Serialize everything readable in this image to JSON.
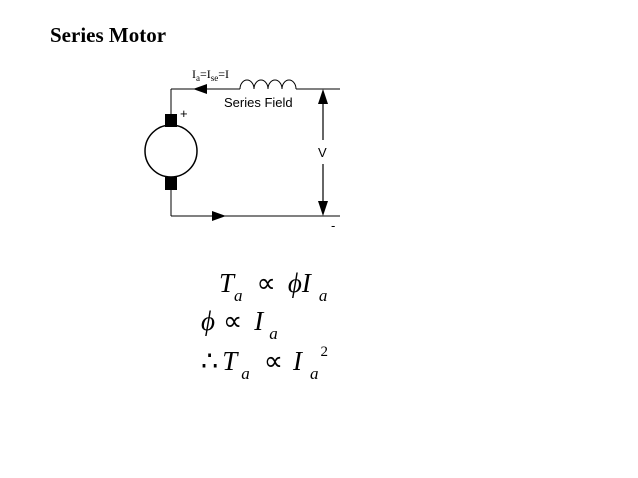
{
  "title": "Series Motor",
  "circuit": {
    "current_label": {
      "I": "I",
      "a": "a",
      "eq1": "=I",
      "se": "se",
      "eq2": "=I"
    },
    "field_label": "Series Field",
    "voltage_label": "V",
    "plus_label": "+",
    "minus_label": "-"
  },
  "equations": [
    {
      "lhs": "T",
      "lhs_sub": "a",
      "op": "∝",
      "rhs_phi": "ϕ",
      "rhs": "I",
      "rhs_sub": "a"
    },
    {
      "lhs": "ϕ",
      "op": "∝",
      "rhs": "I",
      "rhs_sub": "a"
    },
    {
      "therefore": "∴",
      "lhs": "T",
      "lhs_sub": "a",
      "op": "∝",
      "rhs": "I",
      "rhs_sub": "a",
      "rhs_sup": "2"
    }
  ]
}
